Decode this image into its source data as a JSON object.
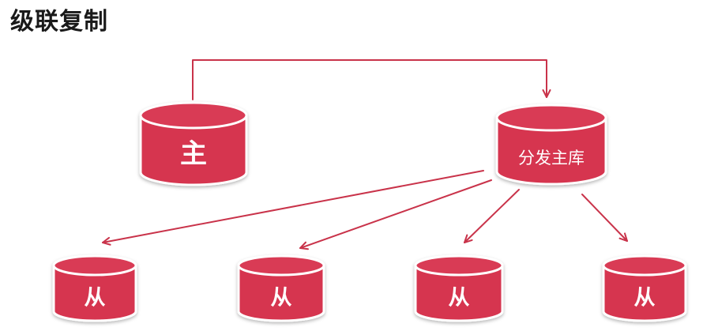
{
  "title": "级联复制",
  "nodes": {
    "master": {
      "label": "主"
    },
    "relay": {
      "label": "分发主库"
    },
    "slaves": [
      {
        "label": "从"
      },
      {
        "label": "从"
      },
      {
        "label": "从"
      },
      {
        "label": "从"
      }
    ]
  },
  "colors": {
    "cylinder_body": "#d6364f",
    "cylinder_top": "#d93a55",
    "cylinder_outline": "#ffffff",
    "arrow": "#c9334a",
    "title_text": "#1a1a1a"
  }
}
